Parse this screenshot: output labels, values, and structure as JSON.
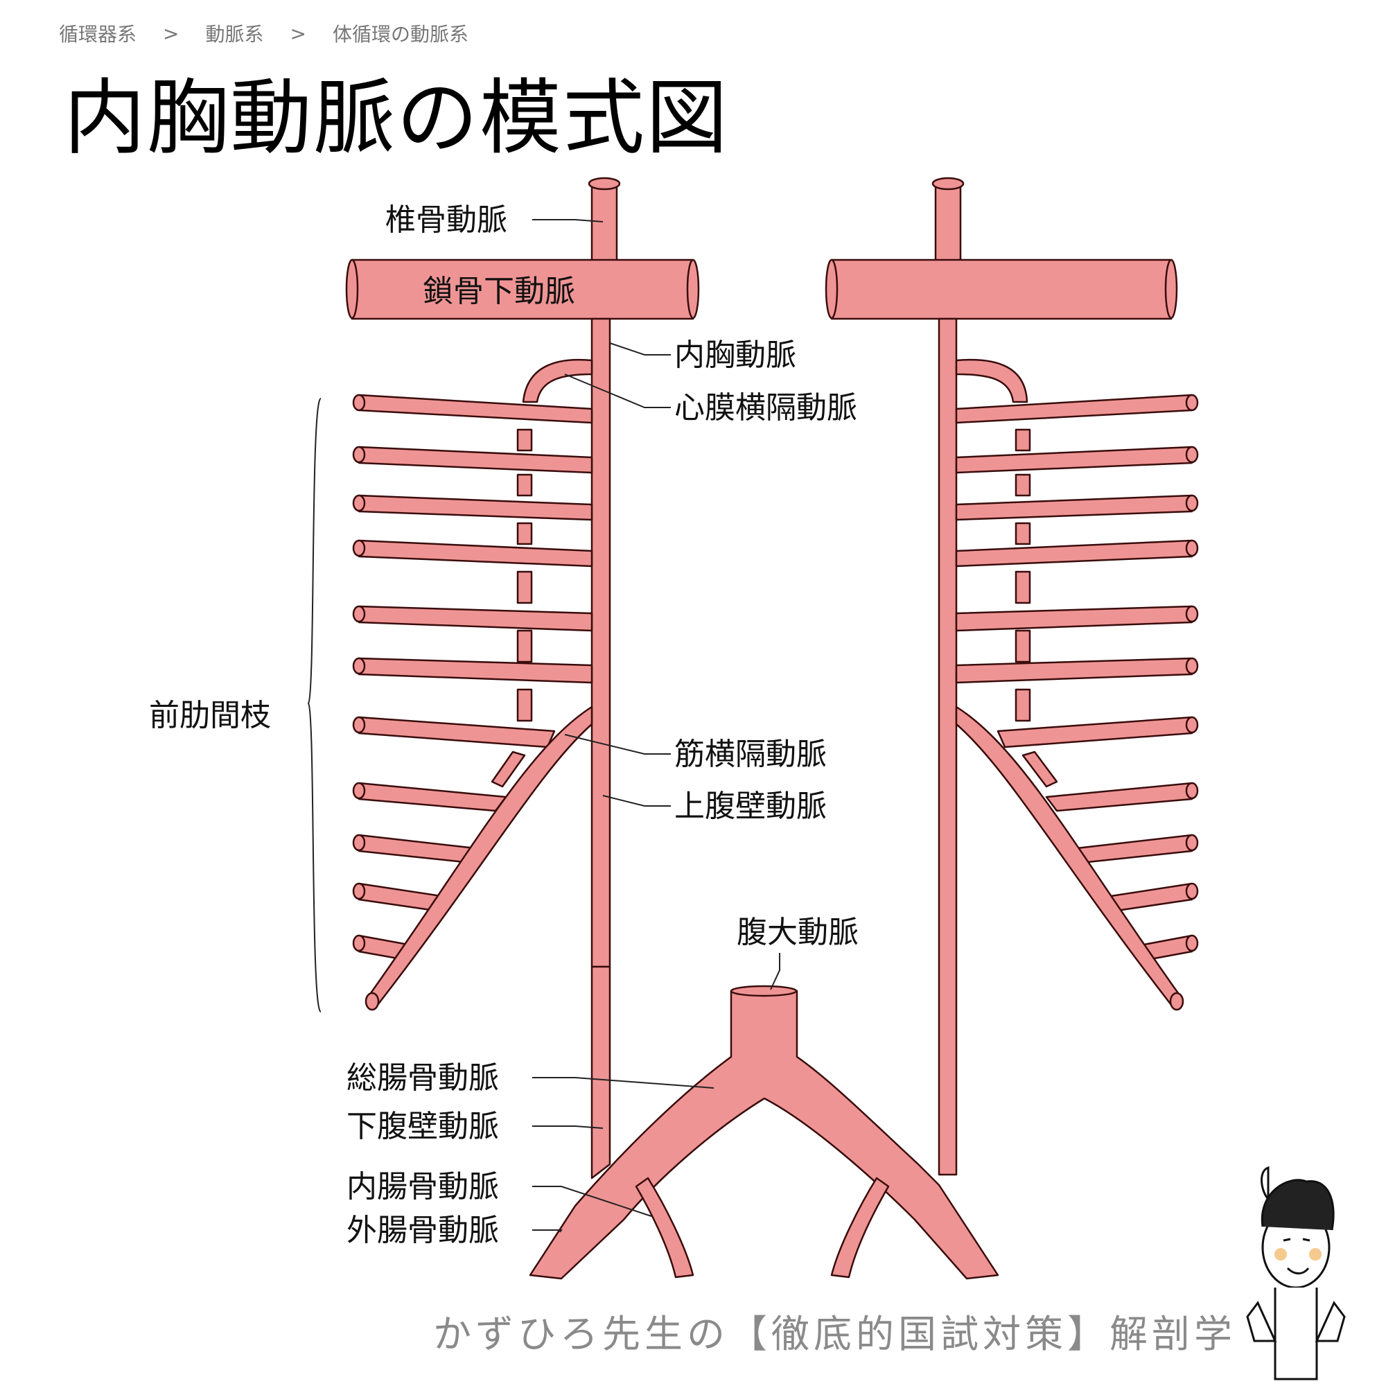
{
  "breadcrumb": [
    "循環器系",
    "動脈系",
    "体循環の動脈系"
  ],
  "breadcrumb_sep": ">",
  "title": "内胸動脈の模式図",
  "labels": {
    "vertebral": "椎骨動脈",
    "subclavian": "鎖骨下動脈",
    "internal_thoracic": "内胸動脈",
    "pericardiacophrenic": "心膜横隔動脈",
    "anterior_intercostal": "前肋間枝",
    "musculophrenic": "筋横隔動脈",
    "superior_epigastric": "上腹壁動脈",
    "abdominal_aorta": "腹大動脈",
    "common_iliac": "総腸骨動脈",
    "inferior_epigastric": "下腹壁動脈",
    "internal_iliac": "内腸骨動脈",
    "external_iliac": "外腸骨動脈"
  },
  "footer": "かずひろ先生の【徹底的国試対策】解剖学",
  "colors": {
    "artery_fill": "#ef9494",
    "artery_outline": "#3a0c0c",
    "text": "#111111",
    "footer": "#8a8a8a"
  }
}
